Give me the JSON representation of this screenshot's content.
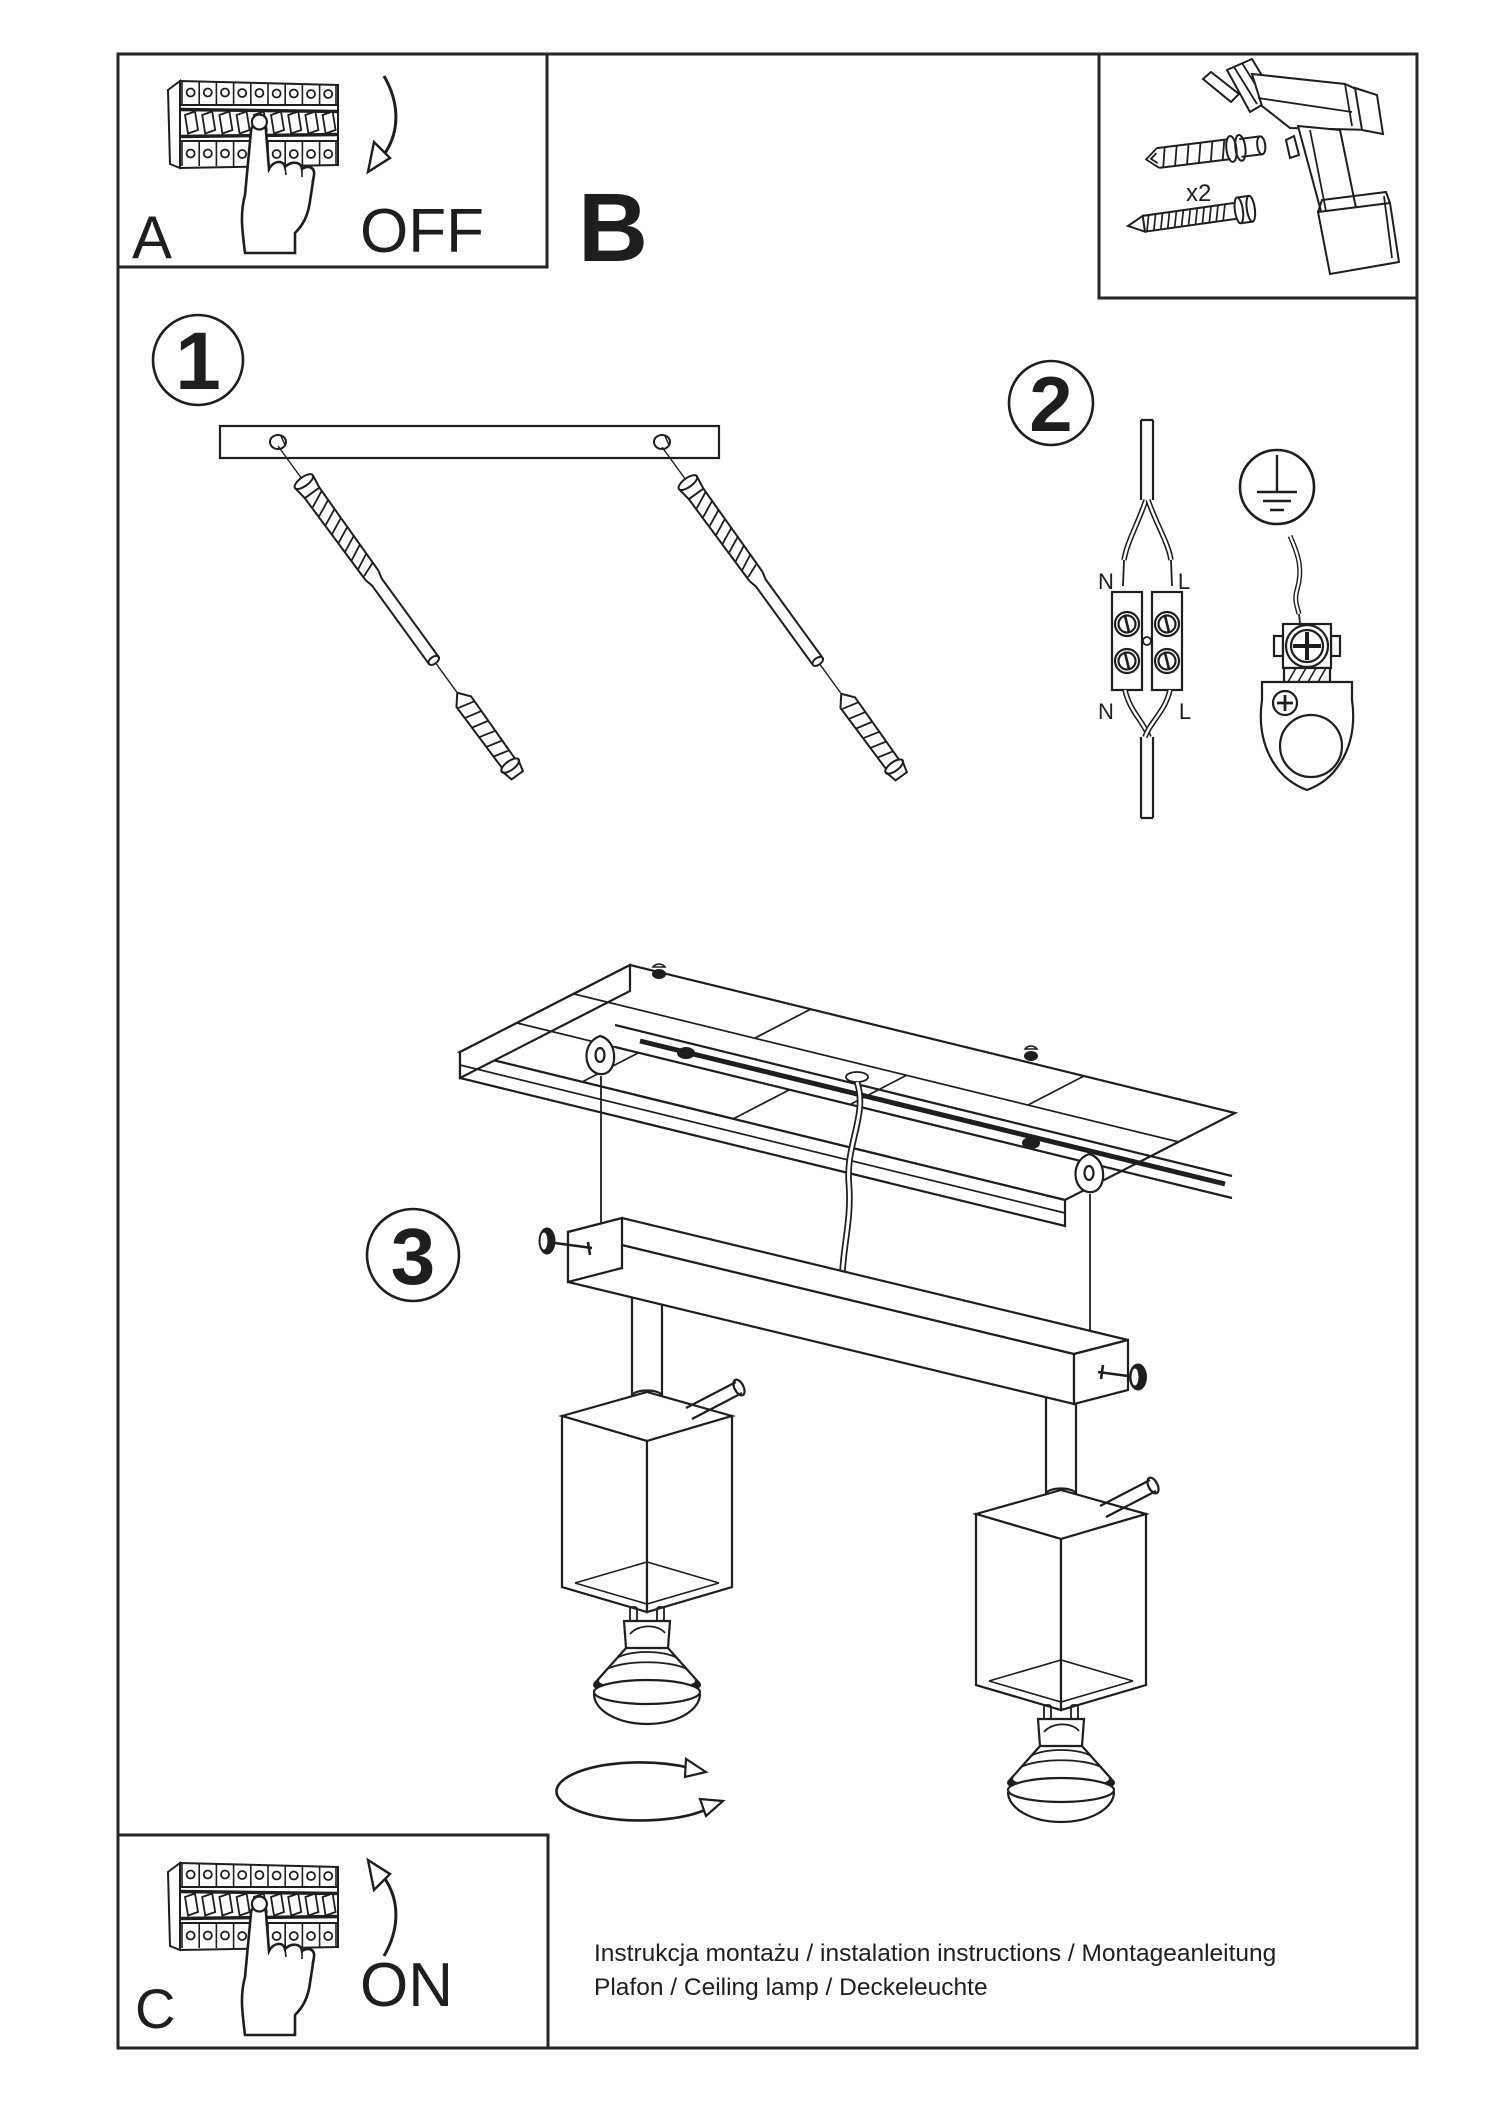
{
  "page": {
    "background": "#ffffff",
    "ink": "#1e1e1e"
  },
  "panels": {
    "a": {
      "label": "A",
      "state_label": "OFF"
    },
    "b": {
      "label": "B"
    },
    "c": {
      "label": "C",
      "state_label": "ON"
    },
    "tools": {
      "quantity": "x2"
    }
  },
  "steps": [
    {
      "number": "1"
    },
    {
      "number": "2"
    },
    {
      "number": "3"
    }
  ],
  "wiring": {
    "top_left_label": "N",
    "top_right_label": "L",
    "bottom_left_label": "N",
    "bottom_right_label": "L"
  },
  "footer": {
    "line1": "Instrukcja montażu / instalation instructions / Montageanleitung",
    "line2": "Plafon / Ceiling lamp / Deckeleuchte"
  }
}
